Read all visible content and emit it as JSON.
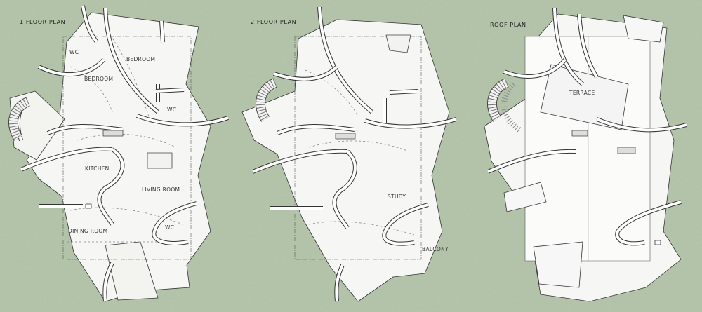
{
  "colors": {
    "background": "#b9c8ae",
    "paper": "#f6f6f4",
    "wall": "#ffffff",
    "ink": "#333333"
  },
  "plans": [
    {
      "title": "1 FLOOR PLAN",
      "rooms": [
        "WC",
        "BEDROOM",
        "BEDROOM",
        "WC",
        "KITCHEN",
        "LIVING ROOM",
        "DINING ROOM",
        "WC"
      ]
    },
    {
      "title": "2 FLOOR PLAN",
      "rooms": [
        "STUDY",
        "BALCONY"
      ]
    },
    {
      "title": "ROOF PLAN",
      "rooms": [
        "TERRACE"
      ]
    }
  ]
}
